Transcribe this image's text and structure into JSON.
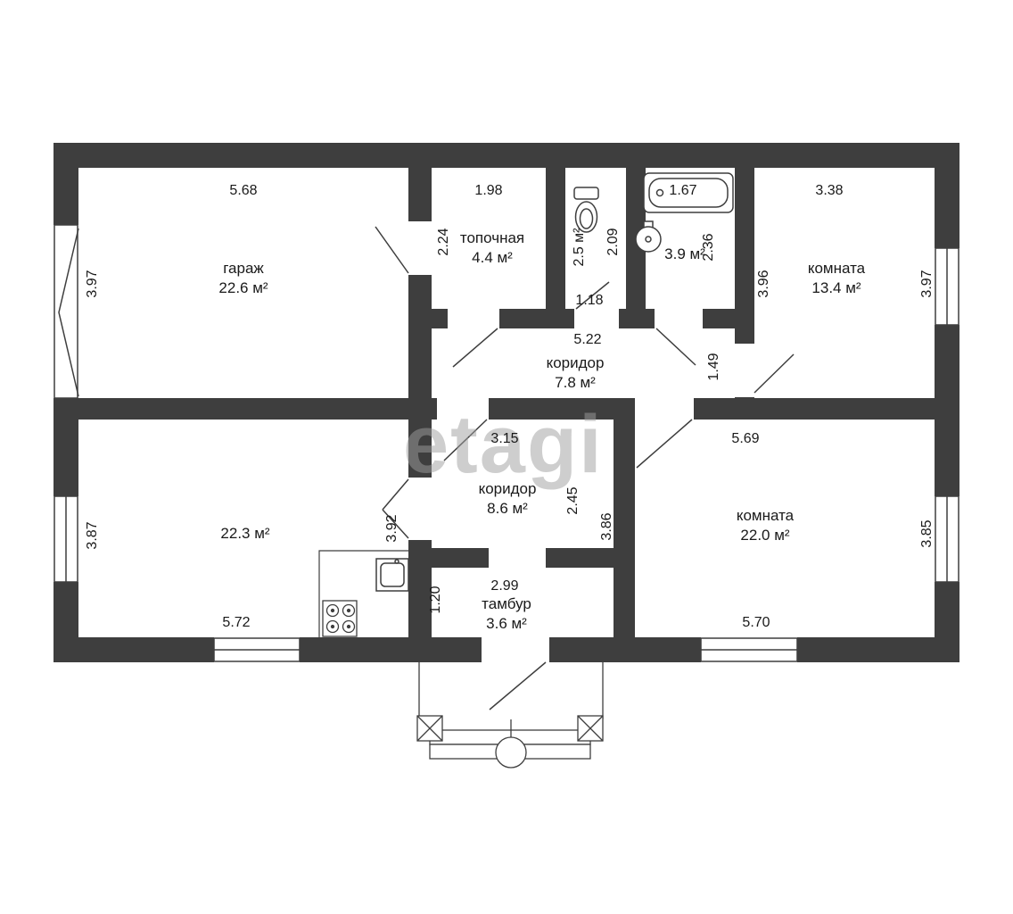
{
  "watermark": "etagi",
  "rooms": {
    "garage": {
      "name": "гараж",
      "area": "22.6 м²"
    },
    "boiler": {
      "name": "топочная",
      "area": "4.4 м²"
    },
    "wc": {
      "area": "2.5 м²"
    },
    "bathroom": {
      "area": "3.9 м²"
    },
    "room1": {
      "name": "комната",
      "area": "13.4 м²"
    },
    "corridor1": {
      "name": "коридор",
      "area": "7.8 м²"
    },
    "corridor2": {
      "name": "коридор",
      "area": "8.6 м²"
    },
    "room2": {
      "area": "22.3 м²"
    },
    "room3": {
      "name": "комната",
      "area": "22.0 м²"
    },
    "vestibule": {
      "name": "тамбур",
      "area": "3.6 м²"
    }
  },
  "dims": {
    "garage_w": "5.68",
    "garage_h": "3.97",
    "boiler_w": "1.98",
    "boiler_h": "2.24",
    "wc_w": "1.18",
    "wc_h": "2.09",
    "bath_w": "1.67",
    "bath_h": "2.36",
    "room1_w": "3.38",
    "room1_hl": "3.96",
    "room1_hr": "3.97",
    "corridor1_w": "5.22",
    "corridor1_h": "1.49",
    "corridor2_w": "3.15",
    "corridor2_h": "2.45",
    "room2_w": "5.72",
    "room2_h": "3.87",
    "room2_hr": "3.92",
    "room3_w_top": "5.69",
    "room3_w_bottom": "5.70",
    "room3_hl": "3.86",
    "room3_hr": "3.85",
    "vestibule_w": "2.99",
    "vestibule_h": "1.20"
  },
  "colors": {
    "wall": "#3e3e3e",
    "background": "#ffffff",
    "label": "#1a1a1a"
  }
}
